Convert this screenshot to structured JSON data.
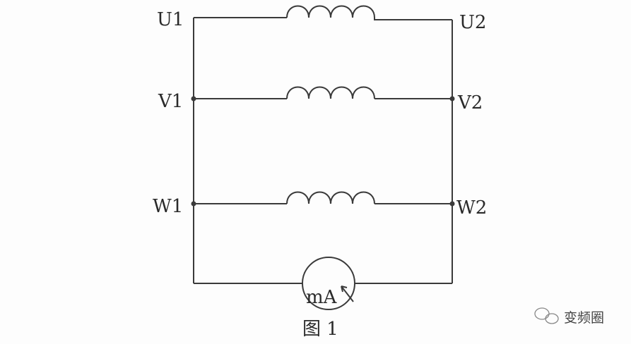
{
  "terminals": {
    "u1": "U1",
    "u2": "U2",
    "v1": "V1",
    "v2": "V2",
    "w1": "W1",
    "w2": "W2"
  },
  "meter": {
    "label": "mA"
  },
  "caption": "图 1",
  "watermark": "变频圈",
  "colors": {
    "line": "#3a3a3a",
    "background": "#fdfdfd"
  }
}
